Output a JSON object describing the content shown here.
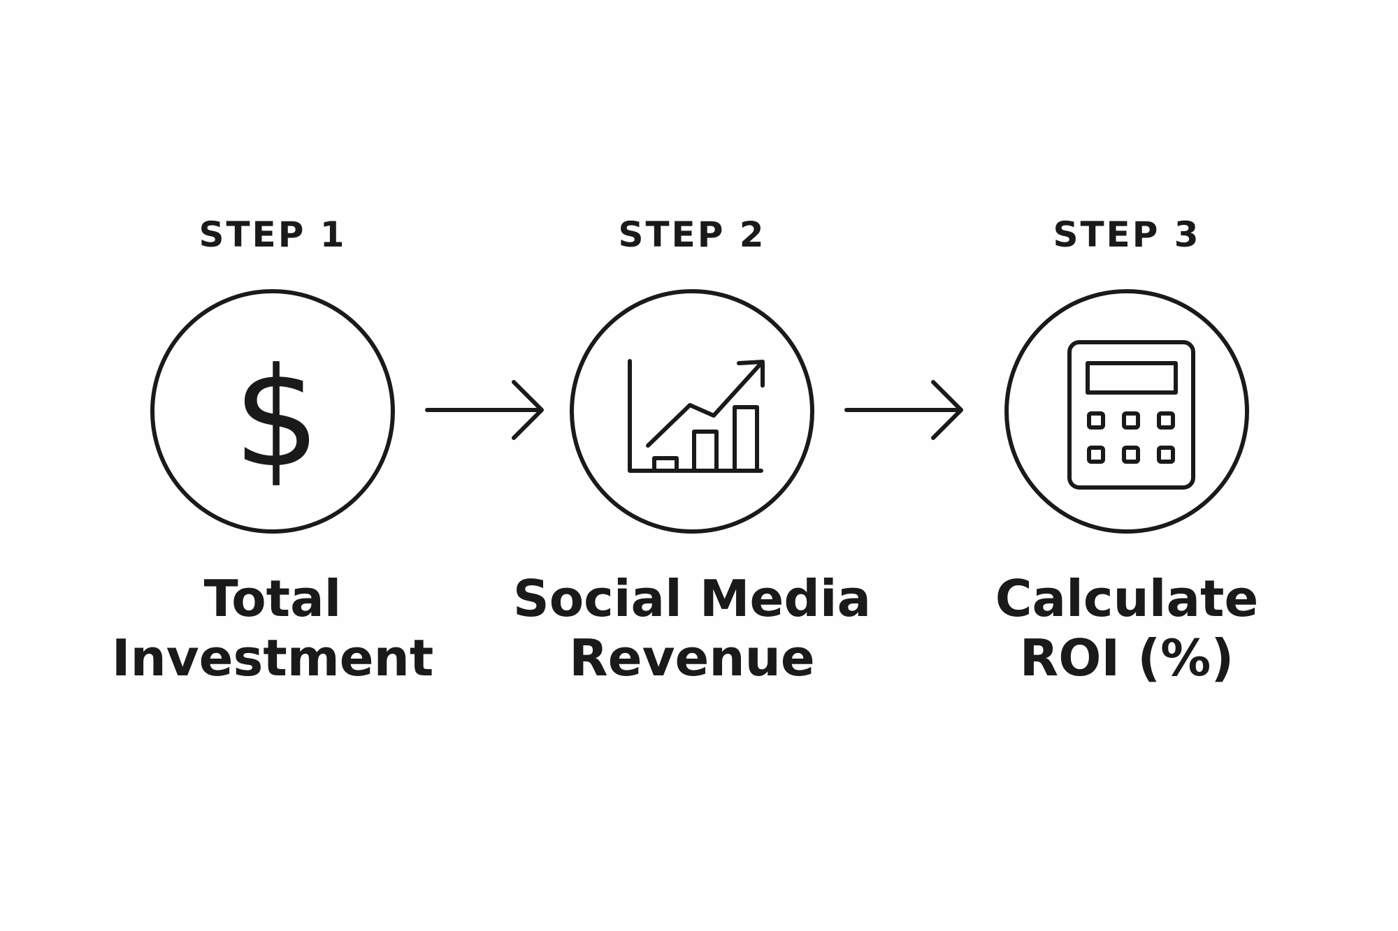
{
  "diagram": {
    "steps": [
      {
        "label": "STEP 1",
        "icon": "dollar-sign-icon",
        "title_lines": [
          "Total",
          "Investment"
        ]
      },
      {
        "label": "STEP 2",
        "icon": "growth-chart-icon",
        "title_lines": [
          "Social Media",
          "Revenue"
        ]
      },
      {
        "label": "STEP 3",
        "icon": "calculator-icon",
        "title_lines": [
          "Calculate",
          "ROI (%)"
        ]
      }
    ],
    "connectors": [
      "arrow-right-icon",
      "arrow-right-icon"
    ],
    "colors": {
      "ink": "#1a1a1a",
      "background": "#fefefe"
    }
  }
}
